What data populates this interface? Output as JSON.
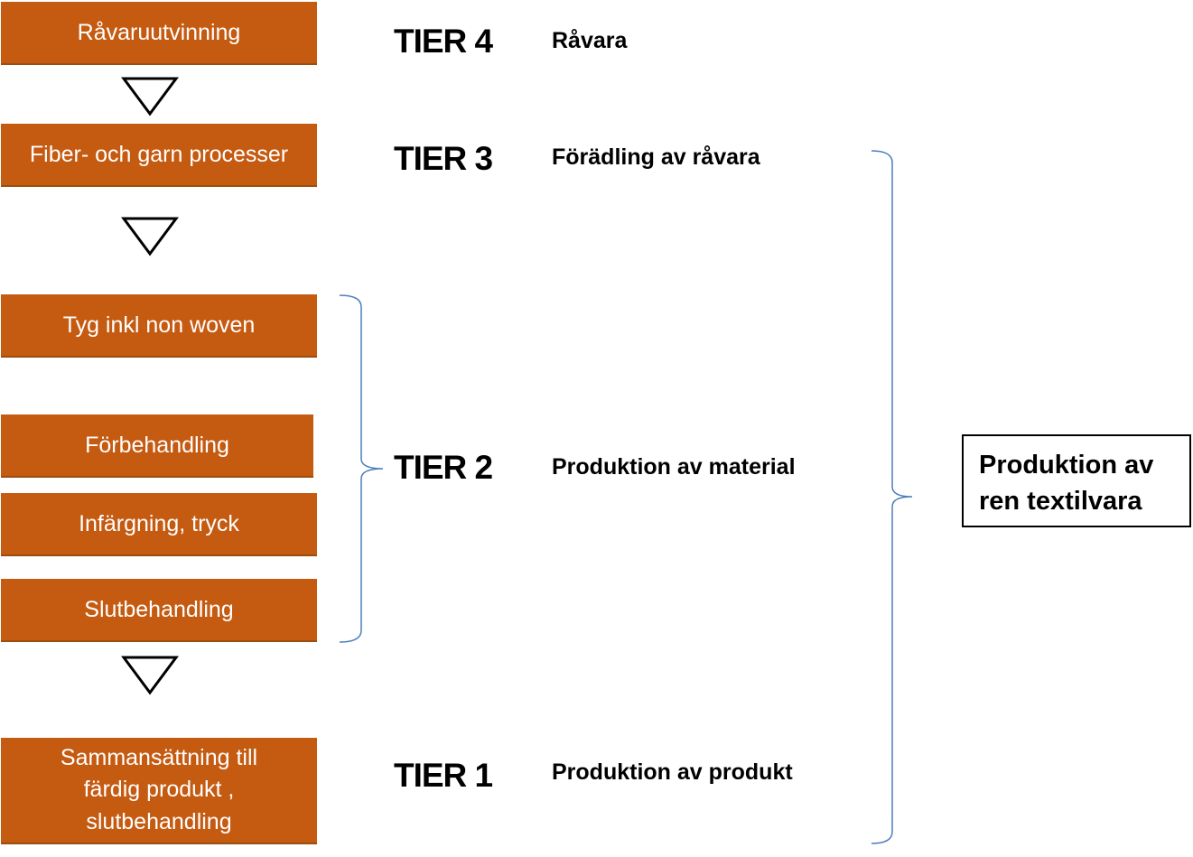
{
  "colors": {
    "box_fill": "#c55a11",
    "box_text": "#ffffff",
    "bracket": "#4a7ebb",
    "arrow": "#000000"
  },
  "stages": [
    {
      "label": "Råvaruutvinning"
    },
    {
      "label": "Fiber- och garn processer"
    },
    {
      "label": "Tyg inkl non woven"
    },
    {
      "label": "Förbehandling"
    },
    {
      "label": "Infärgning, tryck"
    },
    {
      "label": "Slutbehandling"
    },
    {
      "label_lines": [
        "Sammansättning till",
        "färdig produkt ,",
        "slutbehandling"
      ]
    }
  ],
  "tiers": [
    {
      "name": "TIER 4",
      "description": "Råvara"
    },
    {
      "name": "TIER 3",
      "description": "Förädling  av råvara"
    },
    {
      "name": "TIER 2",
      "description": "Produktion  av material"
    },
    {
      "name": "TIER 1",
      "description": "Produktion  av produkt"
    }
  ],
  "result": {
    "line1": "Produktion av",
    "line2": "ren textilvara"
  }
}
